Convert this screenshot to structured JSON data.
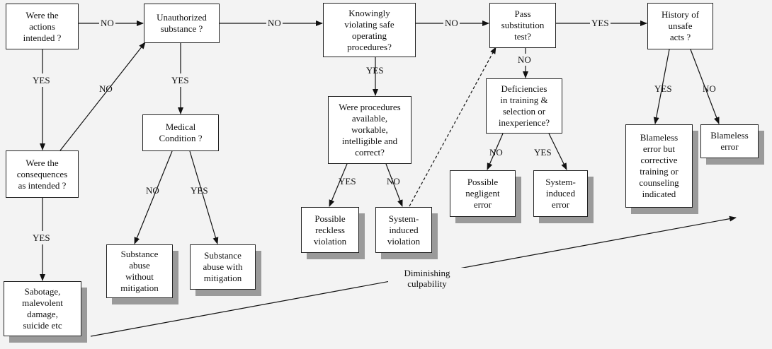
{
  "nodes": {
    "actions_intended": "Were the\nactions\nintended ?",
    "unauthorized_substance": "Unauthorized\nsubstance ?",
    "knowingly_violating": "Knowingly\nviolating safe\noperating\nprocedures?",
    "pass_substitution": "Pass\nsubstitution\ntest?",
    "history_unsafe": "History of\nunsafe\nacts ?",
    "consequences_intended": "Were the\nconsequences\nas intended ?",
    "medical_condition": "Medical\nCondition ?",
    "procedures_available": "Were procedures\navailable,\nworkable,\nintelligible and\ncorrect?",
    "deficiencies_training": "Deficiencies\nin training &\nselection or\ninexperience?",
    "sabotage": "Sabotage,\nmalevolent\ndamage,\nsuicide etc",
    "substance_no_mitigation": "Substance\nabuse\nwithout\nmitigation",
    "substance_mitigation": "Substance\nabuse with\nmitigation",
    "reckless_violation": "Possible\nreckless\nviolation",
    "system_violation": "System-\ninduced\nviolation",
    "negligent_error": "Possible\nnegligent\nerror",
    "system_error": "System-\ninduced\nerror",
    "blameless_corrective": "Blameless\nerror but\ncorrective\ntraining or\ncounseling\nindicated",
    "blameless_error": "Blameless\nerror"
  },
  "labels": {
    "yes": "YES",
    "no": "NO",
    "diminishing_culpability": "Diminishing\nculpability"
  }
}
